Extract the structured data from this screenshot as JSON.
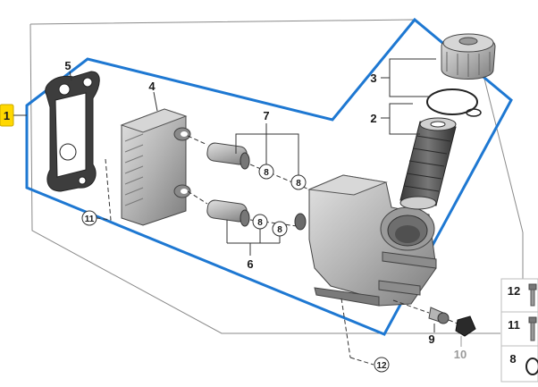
{
  "diagram": {
    "colors": {
      "group_outline": "#1e78d2",
      "highlight_box_fill": "#ffd800",
      "part_gray": "#b8b8b8",
      "line": "#333333"
    },
    "callouts": {
      "c1": "1",
      "c2": "2",
      "c3": "3",
      "c4": "4",
      "c5": "5",
      "c6": "6",
      "c7": "7",
      "c8a": "8",
      "c8b": "8",
      "c8c": "8",
      "c8d": "8",
      "c9": "9",
      "c10": "10",
      "c11": "11",
      "c12": "12"
    },
    "sidebar": [
      {
        "number": "12",
        "icon": "bolt-icon"
      },
      {
        "number": "11",
        "icon": "bolt-icon"
      },
      {
        "number": "8",
        "icon": "o-ring-icon"
      }
    ]
  }
}
